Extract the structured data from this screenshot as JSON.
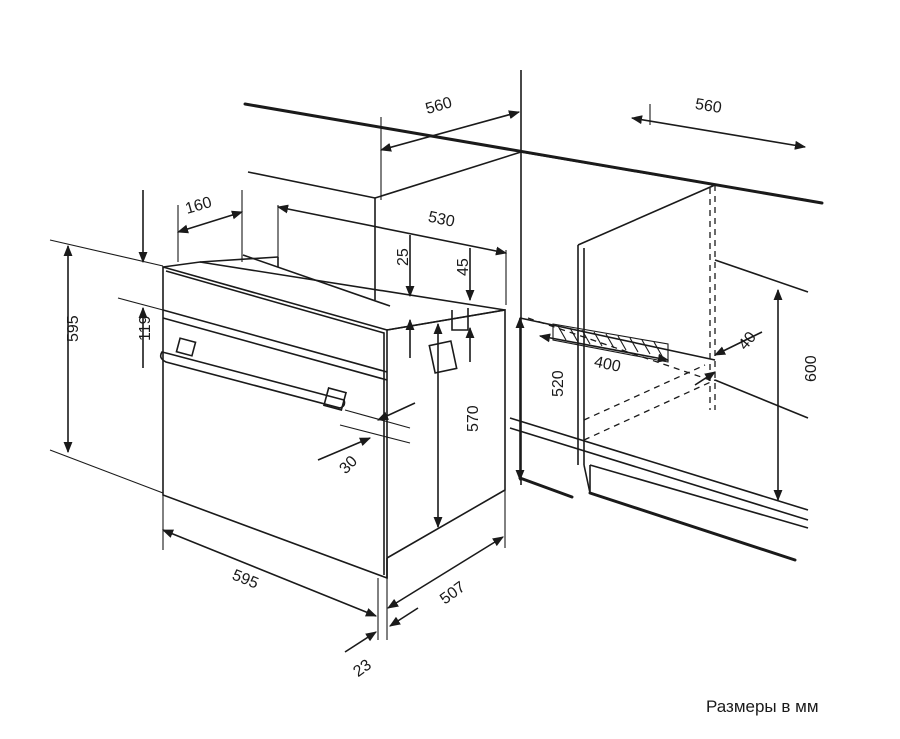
{
  "caption": "Размеры в мм",
  "dimensions": {
    "niche_width_top": "560",
    "niche_depth_top": "560",
    "back_gap": "160",
    "cavity_depth": "530",
    "top_offset": "25",
    "side_offset": "45",
    "front_height": "595",
    "panel_height": "119",
    "handle_depth": "30",
    "body_height": "570",
    "front_width": "595",
    "body_depth": "507",
    "front_thickness": "23",
    "niche_height_bottom": "520",
    "niche_height": "600",
    "vent_width": "400",
    "vent_depth": "40"
  },
  "colors": {
    "ink": "#1a1a1a",
    "background": "#ffffff"
  }
}
